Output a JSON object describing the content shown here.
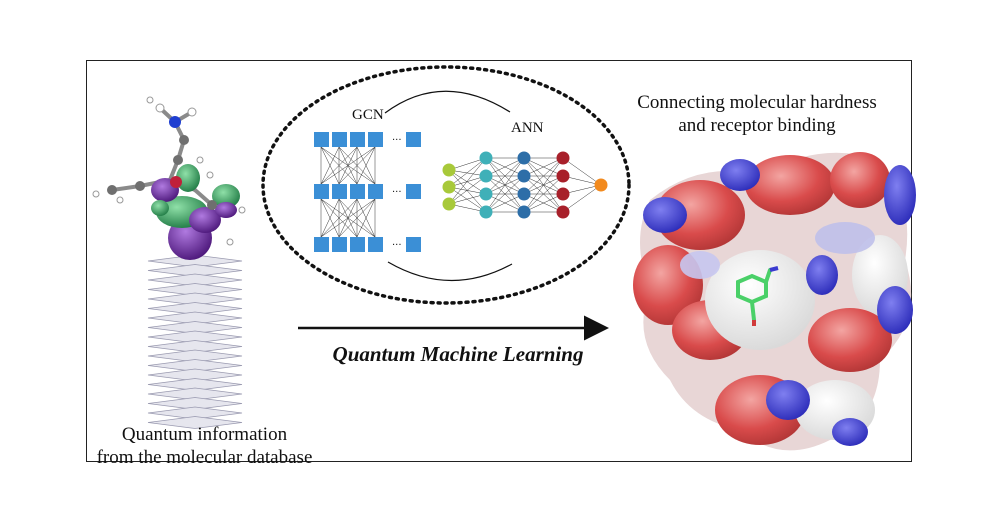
{
  "left_caption": {
    "line1": "Quantum information",
    "line2": "from the molecular database"
  },
  "right_caption": {
    "line1": "Connecting molecular hardness",
    "line2": "and receptor binding"
  },
  "network": {
    "gcn_label": "GCN",
    "ann_label": "ANN",
    "ellipsis": "..."
  },
  "arrow": {
    "label": "Quantum Machine Learning"
  },
  "colors": {
    "gcn_block": "#3b8fd6",
    "ann_input": "#a8c93a",
    "ann_hidden1": "#3fb0b8",
    "ann_hidden2": "#2d6ea8",
    "ann_hidden3": "#a8202a",
    "ann_output": "#f28a1e",
    "orbital_green": "#2e9b5a",
    "orbital_purple": "#6a2aa0",
    "surface_red": "#d94b4b",
    "surface_blue": "#3a3ad0"
  }
}
